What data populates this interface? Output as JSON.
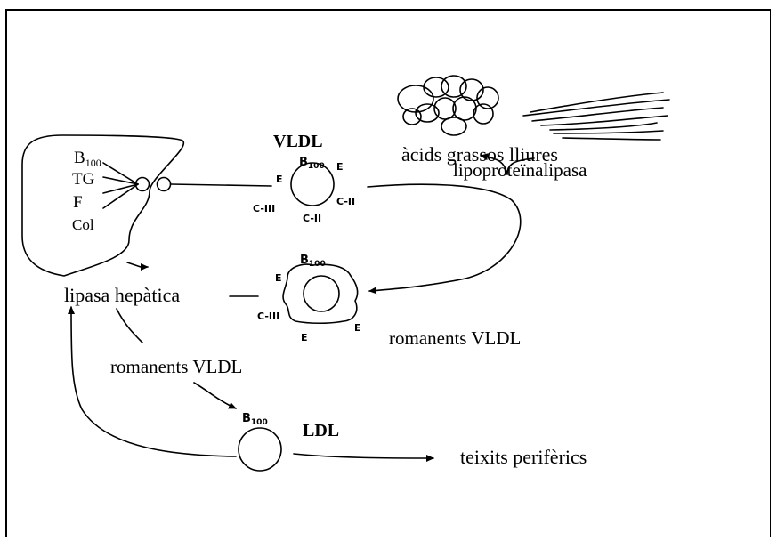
{
  "liver_inputs": {
    "b": "B",
    "b_sub": "100",
    "tg": "TG",
    "f": "F",
    "col": "Col"
  },
  "vldl": {
    "title": "VLDL",
    "b": "B",
    "b_sub": "100",
    "e_left": "E",
    "e_right": "E",
    "c_iii": "C-III",
    "c_ii_right": "C-II",
    "c_ii_bottom": "C-II"
  },
  "remnant_particle": {
    "b": "B",
    "b_sub": "100",
    "e_top": "E",
    "c_iii": "C-III",
    "e_bottom": "E",
    "e_right": "E"
  },
  "ldl": {
    "b": "B",
    "b_sub": "100",
    "label": "LDL"
  },
  "labels": {
    "free_fatty_acids": "àcids grassos lliures",
    "lipoprotein_lipase": "lipoproteïnalipasa",
    "hepatic_lipase": "lipasa hepàtica",
    "remnants_right": "romanents VLDL",
    "remnants_left": "romanents VLDL",
    "peripheral_tissues": "teixits perifèrics"
  }
}
